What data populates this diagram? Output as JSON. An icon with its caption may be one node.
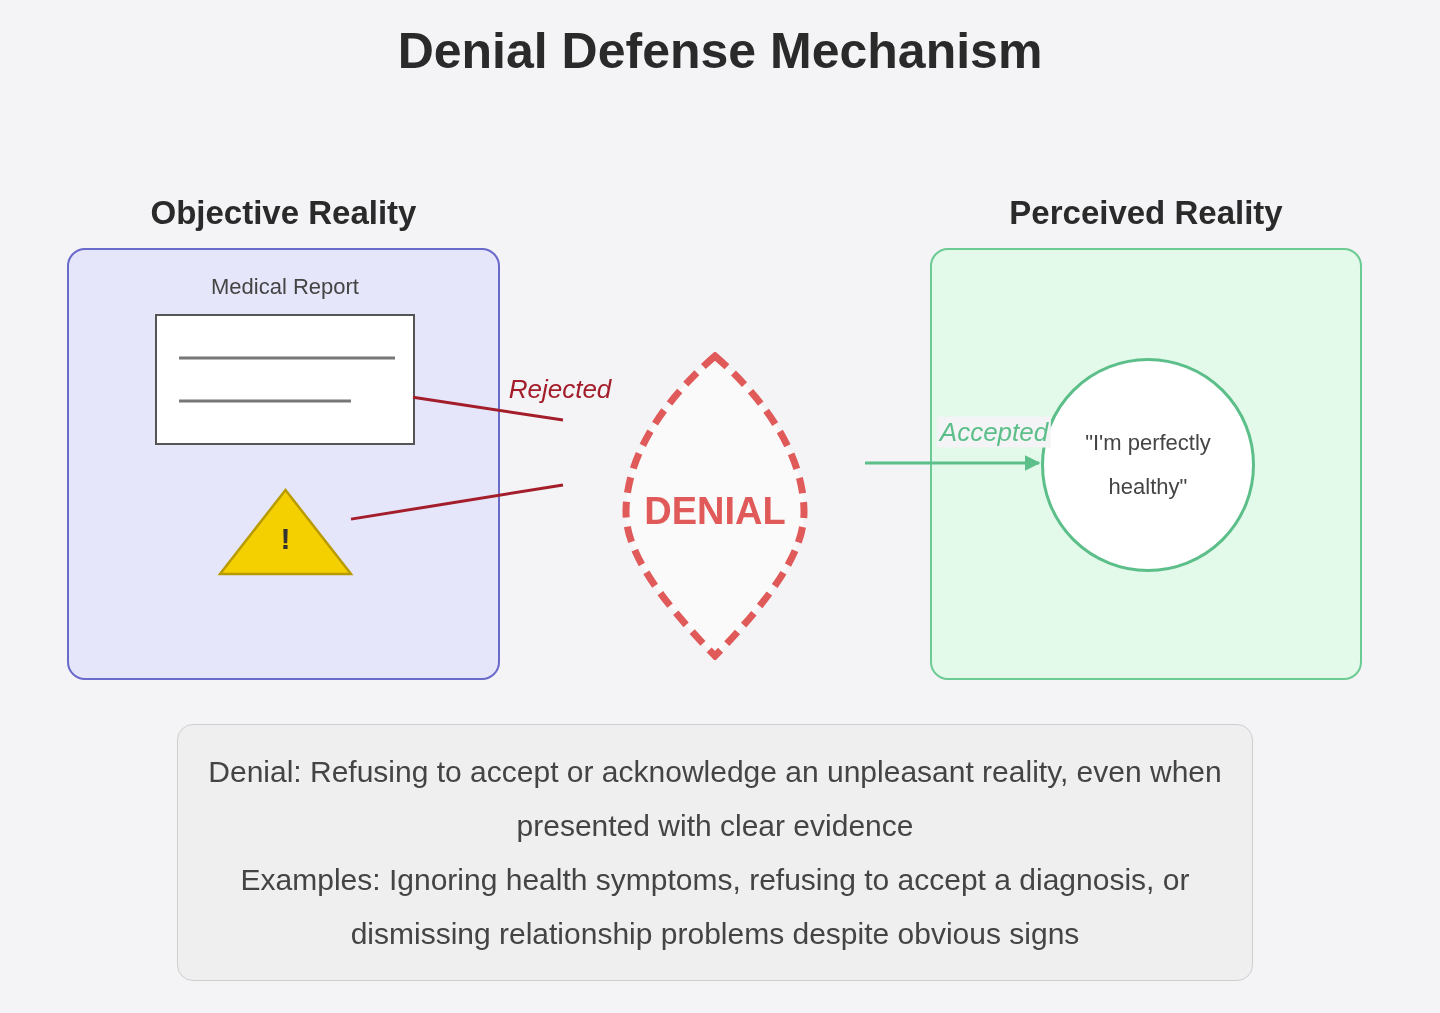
{
  "diagram": {
    "title": "Denial Defense Mechanism",
    "nodes": [
      {
        "text": [
          "Objective Reality"
        ]
      },
      {
        "text": [
          "Medical Report"
        ],
        "in": 0
      },
      {
        "text": [
          "!"
        ],
        "in": 0
      },
      {
        "text": [
          "DENIAL"
        ]
      },
      {
        "text": [
          "Perceived Reality"
        ]
      },
      {
        "text": [
          "\"I'm perfectly healthy\""
        ],
        "in": 4
      },
      {
        "text": [
          "Denial: Refusing to accept or acknowledge an unpleasant reality, even when presented with clear evidence",
          "Examples: Ignoring health symptoms, refusing to accept a diagnosis, or dismissing relationship problems despite obvious signs"
        ]
      }
    ],
    "edges": [
      {
        "from": 1,
        "to": null,
        "arrow": "none",
        "label": "Rejected"
      },
      {
        "from": 2,
        "to": null,
        "arrow": "none"
      },
      {
        "from": null,
        "to": 5,
        "arrow": "to",
        "label": "Accepted",
        "color": "#5cbf8a"
      }
    ]
  }
}
